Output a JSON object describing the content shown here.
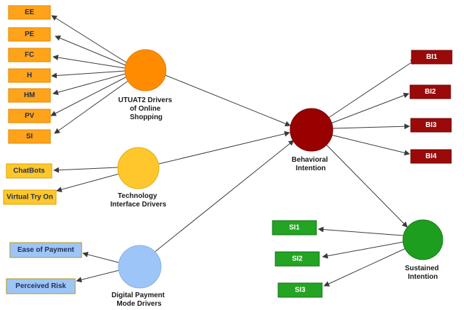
{
  "colors": {
    "orange": "#ff8c00",
    "yellow": "#ffc72c",
    "blue": "#9ec5f8",
    "darkred": "#990000",
    "green": "#1e9e1e",
    "box_orange": "#ffa31a",
    "box_yellow": "#ffc72c",
    "box_blue": "#9ec5f8",
    "box_red": "#9b0a0a",
    "box_green": "#23a423",
    "arrow": "#3a3a3a"
  },
  "constructs": {
    "utaut2": {
      "line1": "UTUAT2 Drivers",
      "line2": "of Online",
      "line3": "Shopping"
    },
    "technology": {
      "line1": "Technology",
      "line2": "Interface Drivers"
    },
    "payment": {
      "line1": "Digital Payment",
      "line2": "Mode Drivers"
    },
    "behavioral": {
      "line1": "Behavioral",
      "line2": "Intention"
    },
    "sustained": {
      "line1": "Sustained",
      "line2": "Intention"
    }
  },
  "indicators": {
    "utaut2": [
      "EE",
      "PE",
      "FC",
      "H",
      "HM",
      "PV",
      "SI"
    ],
    "technology": [
      "ChatBots",
      "Virtual Try On"
    ],
    "payment": [
      "Ease of Payment",
      "Perceived Risk"
    ],
    "behavioral": [
      "BI1",
      "BI2",
      "BI3",
      "BI4"
    ],
    "sustained": [
      "SI1",
      "SI2",
      "SI3"
    ]
  }
}
